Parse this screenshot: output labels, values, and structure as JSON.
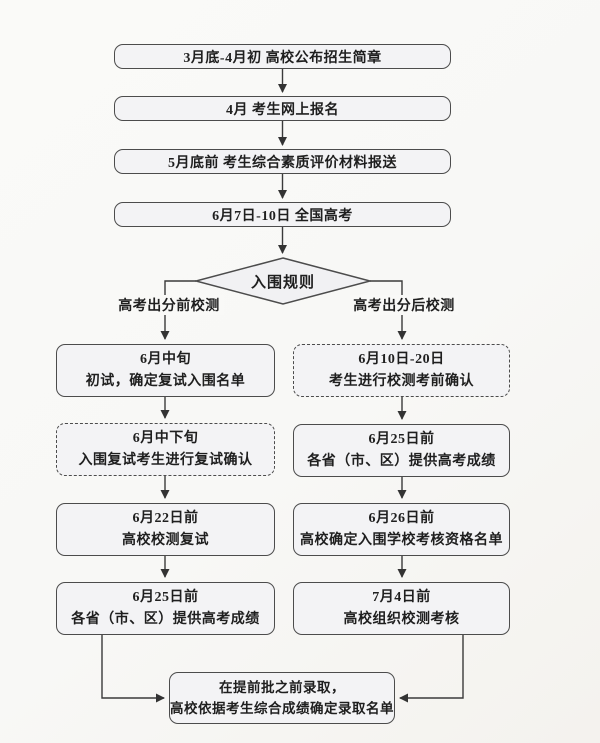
{
  "flowchart": {
    "top_nodes": [
      {
        "label": "3月底-4月初 高校公布招生简章"
      },
      {
        "label": "4月 考生网上报名"
      },
      {
        "label": "5月底前 考生综合素质评价材料报送"
      },
      {
        "label": "6月7日-10日 全国高考"
      }
    ],
    "decision": {
      "label": "入围规则"
    },
    "branches": {
      "left_label": "高考出分前校测",
      "right_label": "高考出分后校测"
    },
    "left_nodes": [
      {
        "line1": "6月中旬",
        "line2": "初试，确定复试入围名单",
        "style": "solid"
      },
      {
        "line1": "6月中下旬",
        "line2": "入围复试考生进行复试确认",
        "style": "dashed"
      },
      {
        "line1": "6月22日前",
        "line2": "高校校测复试",
        "style": "solid"
      },
      {
        "line1": "6月25日前",
        "line2": "各省（市、区）提供高考成绩",
        "style": "solid"
      }
    ],
    "right_nodes": [
      {
        "line1": "6月10日-20日",
        "line2": "考生进行校测考前确认",
        "style": "dashed"
      },
      {
        "line1": "6月25日前",
        "line2": "各省（市、区）提供高考成绩",
        "style": "solid"
      },
      {
        "line1": "6月26日前",
        "line2": "高校确定入围学校考核资格名单",
        "style": "solid"
      },
      {
        "line1": "7月4日前",
        "line2": "高校组织校测考核",
        "style": "solid"
      }
    ],
    "final_node": {
      "line1": "在提前批之前录取，",
      "line2": "高校依据考生综合成绩确定录取名单"
    },
    "colors": {
      "node_border": "#4c4c4c",
      "node_fill": "#f3f3f5",
      "arrow": "#3a3a3a",
      "text": "#1f1f1f",
      "background": "#f9f9f7"
    }
  }
}
